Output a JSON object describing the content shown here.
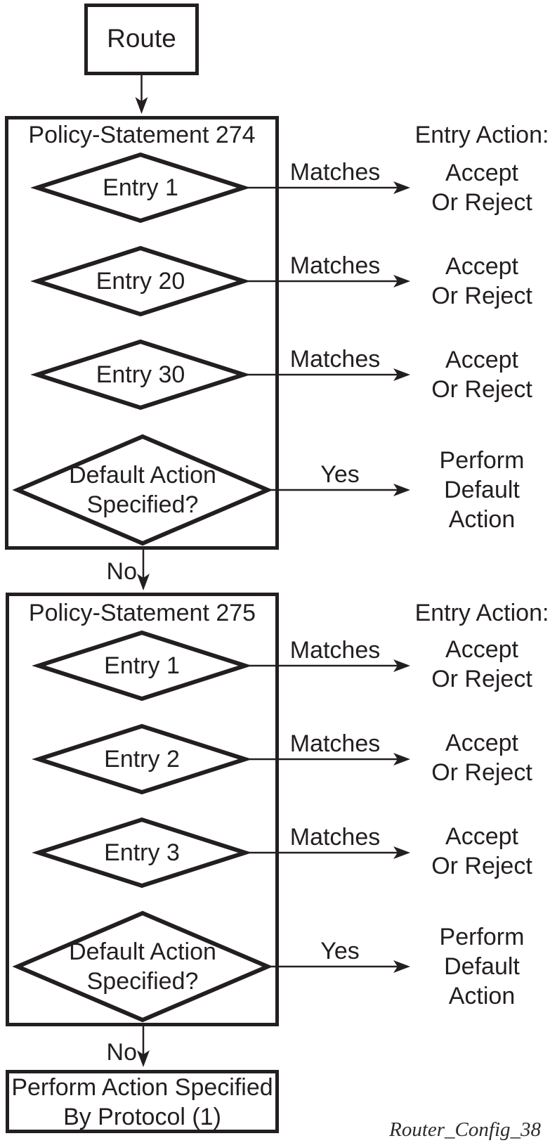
{
  "colors": {
    "ink": "#231f20",
    "background": "#ffffff"
  },
  "flow": {
    "start": "Route",
    "statements": [
      {
        "title": "Policy-Statement 274",
        "header": "Entry Action:",
        "entries": [
          {
            "label": "Entry 1",
            "match": "Matches",
            "action": "Accept\nOr Reject"
          },
          {
            "label": "Entry 20",
            "match": "Matches",
            "action": "Accept\nOr Reject"
          },
          {
            "label": "Entry 30",
            "match": "Matches",
            "action": "Accept\nOr Reject"
          }
        ],
        "default": {
          "label": "Default Action\nSpecified?",
          "yes": "Yes",
          "action": "Perform\nDefault\nAction",
          "no": "No"
        }
      },
      {
        "title": "Policy-Statement 275",
        "header": "Entry Action:",
        "entries": [
          {
            "label": "Entry 1",
            "match": "Matches",
            "action": "Accept\nOr Reject"
          },
          {
            "label": "Entry 2",
            "match": "Matches",
            "action": "Accept\nOr Reject"
          },
          {
            "label": "Entry 3",
            "match": "Matches",
            "action": "Accept\nOr Reject"
          }
        ],
        "default": {
          "label": "Default Action\nSpecified?",
          "yes": "Yes",
          "action": "Perform\nDefault\nAction",
          "no": "No"
        }
      }
    ],
    "end": "Perform Action Specified\nBy Protocol (1)",
    "figure": "Router_Config_38"
  }
}
